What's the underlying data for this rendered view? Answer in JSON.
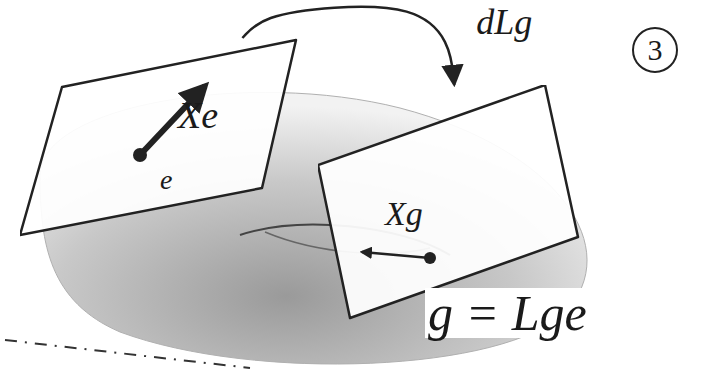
{
  "diagram": {
    "nodes": [
      {
        "text": [
          "Xe",
          "e"
        ]
      },
      {
        "text": [
          "Xg"
        ]
      }
    ],
    "edges": [
      {
        "from": 0,
        "to": 1,
        "arrow": "to",
        "label": "dLg"
      }
    ],
    "labels": [
      "3",
      "g = Lge"
    ]
  }
}
